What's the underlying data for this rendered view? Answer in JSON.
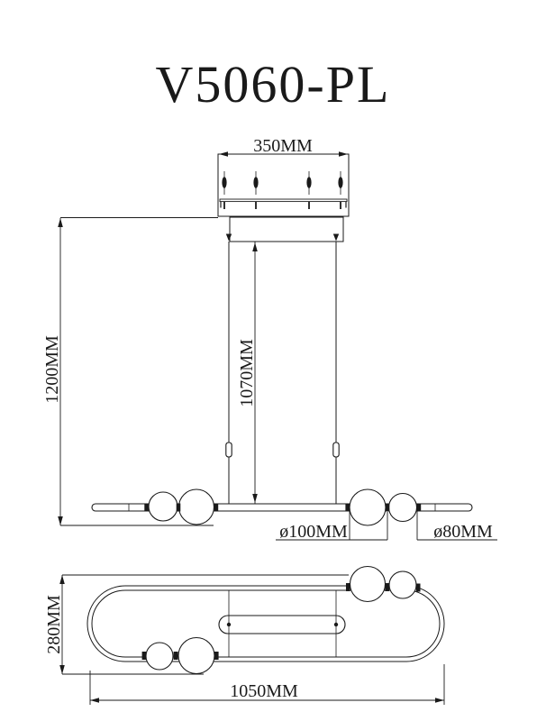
{
  "title": "V5060-PL",
  "colors": {
    "line": "#1a1a1a",
    "background": "#ffffff"
  },
  "dimensions": {
    "canopy_width": "350MM",
    "total_height": "1200MM",
    "rod_length": "1070MM",
    "sphere_large_diameter": "ø100MM",
    "sphere_small_diameter": "ø80MM",
    "frame_depth": "280MM",
    "frame_length": "1050MM"
  }
}
